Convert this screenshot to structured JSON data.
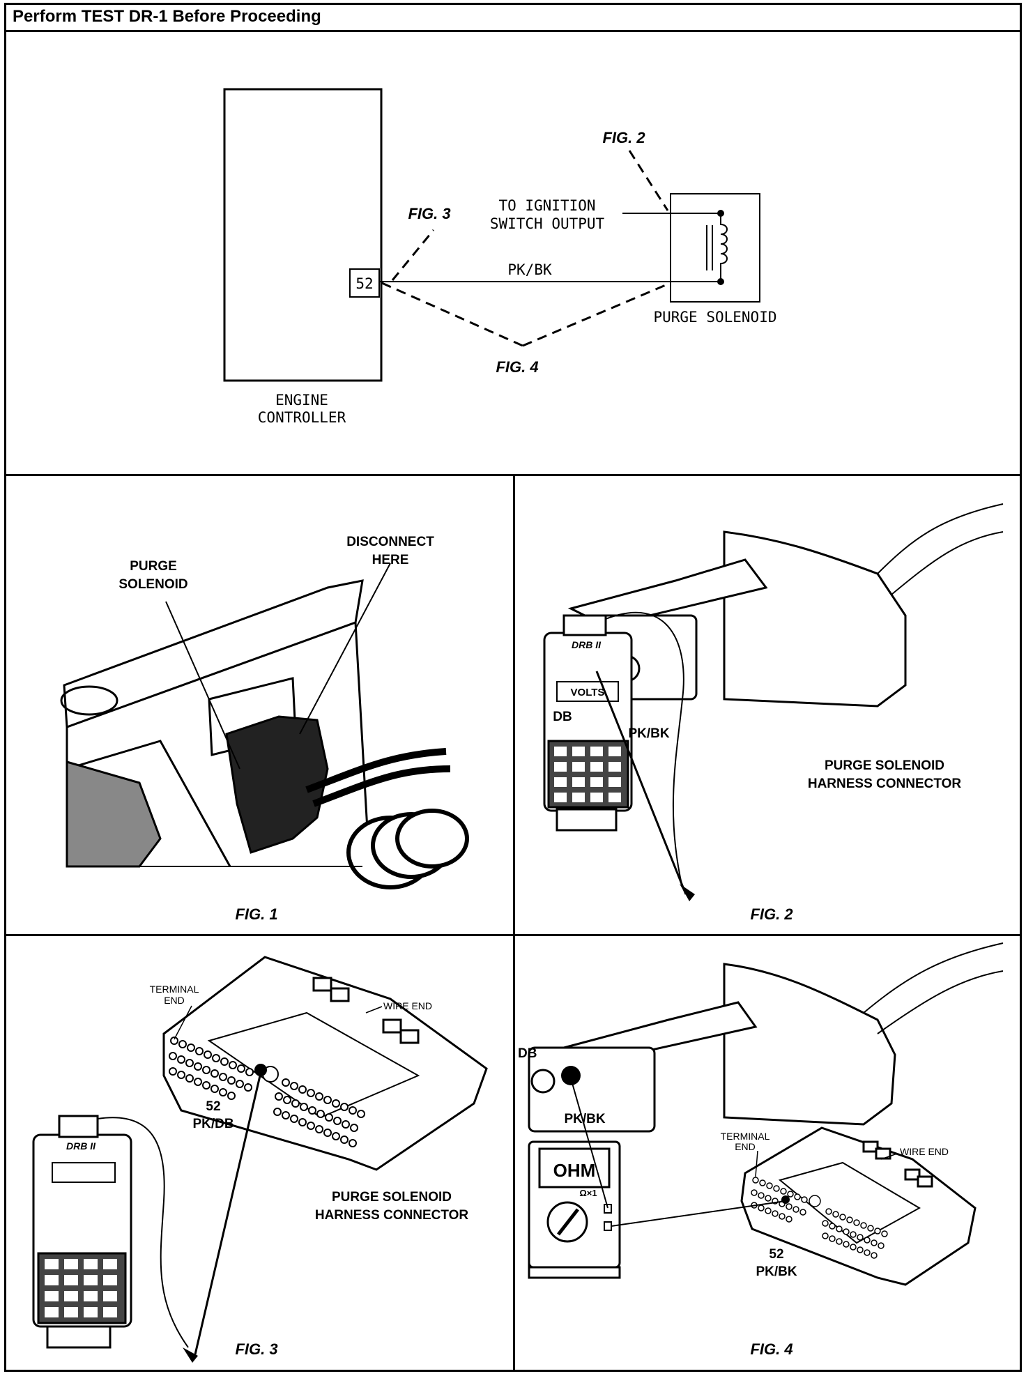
{
  "header": {
    "title": "Perform TEST DR-1 Before Proceeding"
  },
  "schematic": {
    "controller_label_1": "ENGINE",
    "controller_label_2": "CONTROLLER",
    "pin": "52",
    "wire": "PK/BK",
    "ignition_1": "TO IGNITION",
    "ignition_2": "SWITCH OUTPUT",
    "solenoid": "PURGE SOLENOID",
    "fig2": "FIG. 2",
    "fig3": "FIG. 3",
    "fig4": "FIG. 4"
  },
  "fig1": {
    "caption": "FIG. 1",
    "purge_1": "PURGE",
    "purge_2": "SOLENOID",
    "disconnect_1": "DISCONNECT",
    "disconnect_2": "HERE"
  },
  "fig2": {
    "caption": "FIG. 2",
    "tester_brand": "DRB II",
    "display": "VOLTS",
    "db": "DB",
    "pkbk": "PK/BK",
    "connector_1": "PURGE SOLENOID",
    "connector_2": "HARNESS CONNECTOR"
  },
  "fig3": {
    "caption": "FIG. 3",
    "tester_brand": "DRB II",
    "terminal_1": "TERMINAL",
    "terminal_2": "END",
    "wire_end": "WIRE END",
    "pin": "52",
    "pin_color": "PK/DB",
    "connector_1": "PURGE SOLENOID",
    "connector_2": "HARNESS CONNECTOR"
  },
  "fig4": {
    "caption": "FIG. 4",
    "db": "DB",
    "pkbk_top": "PK/BK",
    "meter_display": "OHM",
    "range": "Ω×1",
    "terminal_1": "TERMINAL",
    "terminal_2": "END",
    "wire_end": "WIRE END",
    "pin": "52",
    "pin_color": "PK/BK"
  }
}
